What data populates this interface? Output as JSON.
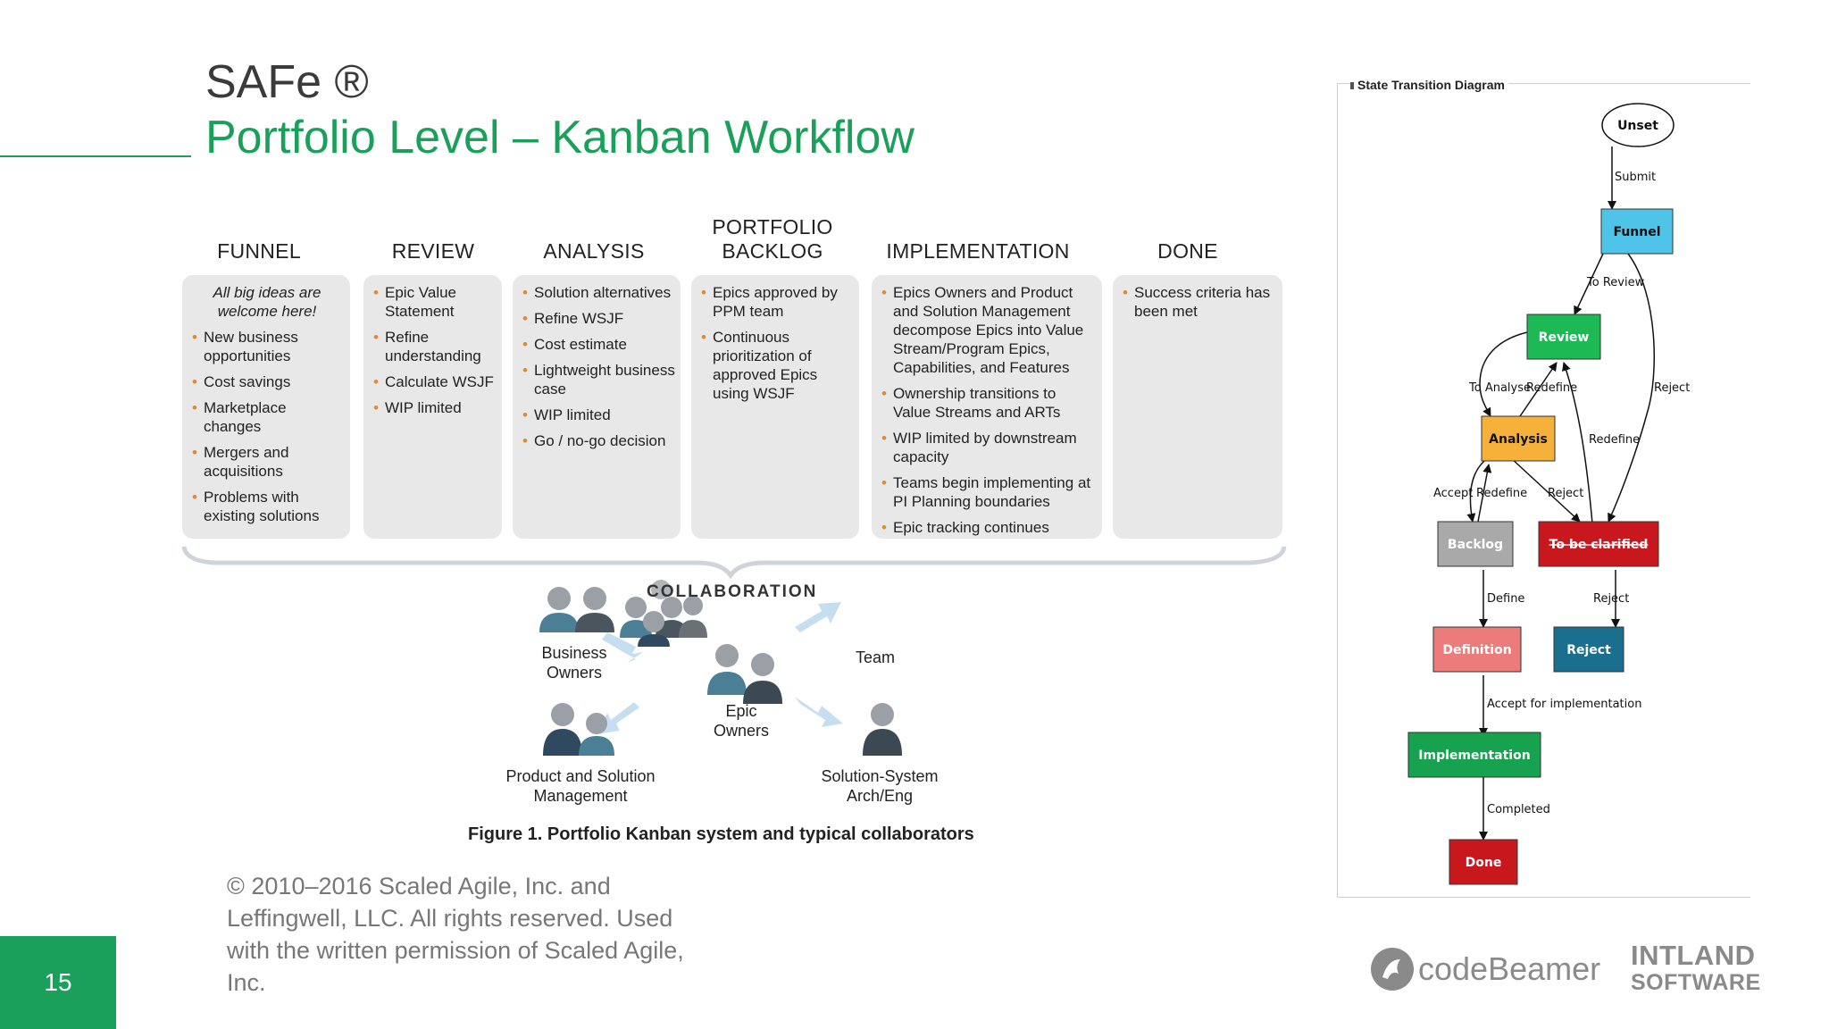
{
  "slide": {
    "title_line1": "SAFe ®",
    "title_line2": "Portfolio Level – Kanban Workflow",
    "page_number": "15",
    "copyright": "© 2010–2016 Scaled Agile, Inc. and Leffingwell, LLC. All rights reserved. Used with the written permission of Scaled Agile, Inc.",
    "accent_color": "#1aa05a"
  },
  "kanban": {
    "columns": [
      {
        "header": "FUNNEL",
        "intro": "All big ideas are welcome here!",
        "items": [
          "New business opportunities",
          "Cost savings",
          "Marketplace changes",
          "Mergers and acquisitions",
          "Problems with existing solutions"
        ]
      },
      {
        "header": "REVIEW",
        "intro": "",
        "items": [
          "Epic Value Statement",
          "Refine understanding",
          "Calculate WSJF",
          "WIP limited"
        ]
      },
      {
        "header": "ANALYSIS",
        "intro": "",
        "items": [
          "Solution alternatives",
          "Refine WSJF",
          "Cost estimate",
          "Lightweight business case",
          "WIP limited",
          "Go / no-go decision"
        ]
      },
      {
        "header": "PORTFOLIO BACKLOG",
        "intro": "",
        "items": [
          "Epics approved by PPM team",
          "Continuous prioritization of approved Epics using WSJF"
        ]
      },
      {
        "header": "IMPLEMENTATION",
        "intro": "",
        "items": [
          "Epics Owners and Product and Solution Management decompose Epics into Value Stream/Program Epics, Capabilities, and Features",
          "Ownership transitions to Value Streams and ARTs",
          "WIP limited by downstream capacity",
          "Teams begin implementing at PI Planning boundaries",
          "Epic tracking continues"
        ]
      },
      {
        "header": "DONE",
        "intro": "",
        "items": [
          "Success criteria has been met"
        ]
      }
    ],
    "collaboration_title": "COLLABORATION",
    "collaborators": {
      "business_owners": "Business Owners",
      "team": "Team",
      "epic_owners": "Epic Owners",
      "product_solution_mgmt": "Product and Solution Management",
      "solution_system_arch": "Solution-System Arch/Eng"
    },
    "figure_caption": "Figure 1. Portfolio Kanban system and typical collaborators"
  },
  "state_diagram": {
    "title": "State Transition Diagram",
    "states": {
      "unset": {
        "label": "Unset"
      },
      "funnel": {
        "label": "Funnel",
        "color": "#4fc3e8"
      },
      "review": {
        "label": "Review",
        "color": "#1db954"
      },
      "analysis": {
        "label": "Analysis",
        "color": "#f6b13b"
      },
      "backlog": {
        "label": "Backlog",
        "color": "#a9a9a9"
      },
      "to_be_clarified": {
        "label": "To be clarified",
        "color": "#c8181e"
      },
      "definition": {
        "label": "Definition",
        "color": "#ec7b7b"
      },
      "reject": {
        "label": "Reject",
        "color": "#1a6f8f"
      },
      "implementation": {
        "label": "Implementation",
        "color": "#16a24f"
      },
      "done": {
        "label": "Done",
        "color": "#c8181e"
      }
    },
    "transitions": {
      "submit": "Submit",
      "to_review": "To Review",
      "reject_funnel": "Reject",
      "to_analyse": "To Analyse",
      "redefine_review": "Redefine",
      "redefine_clarified": "Redefine",
      "accept": "Accept",
      "redefine_backlog": "Redefine",
      "reject_analysis": "Reject",
      "define": "Define",
      "reject_clarified": "Reject",
      "accept_impl": "Accept for implementation",
      "completed": "Completed"
    }
  },
  "logos": {
    "codebeamer": "codeBeamer",
    "intland_line1": "INTLAND",
    "intland_line2": "SOFTWARE"
  }
}
